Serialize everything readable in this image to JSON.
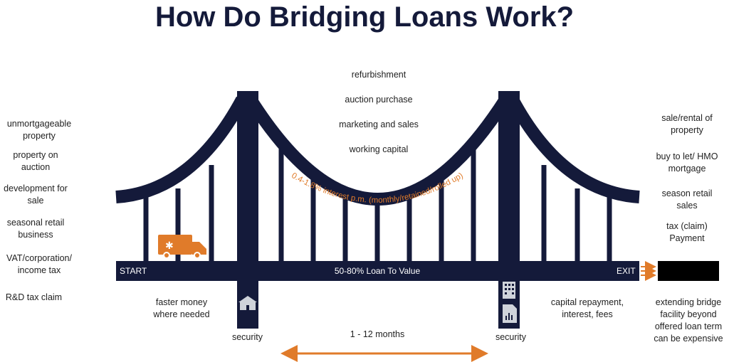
{
  "title": "How Do Bridging Loans Work?",
  "uses": [
    "refurbishment",
    "auction purchase",
    "marketing and sales",
    "working capital"
  ],
  "entry_reasons": [
    "unmortgageable property",
    "property on auction",
    "development for sale",
    "seasonal retail business",
    "VAT/corporation/ income tax",
    "R&D tax claim"
  ],
  "exit_routes": [
    "sale/rental of property",
    "buy to let/ HMO mortgage",
    "season retail sales",
    "tax (claim) Payment"
  ],
  "interest": "0.4-1.8% interest p.m.  (monthly/retained/rolled up)",
  "deck": {
    "start": "START",
    "ltv": "50-80% Loan To Value",
    "exit": "EXIT"
  },
  "faster": "faster money where needed",
  "security_left": "security",
  "security_right": "security",
  "term": "1 - 12 months",
  "repayment": "capital repayment, interest, fees",
  "extension": "extending bridge facility beyond offered loan term can be expensive",
  "colors": {
    "bridge": "#141a3a",
    "accent": "#e07b2a"
  }
}
